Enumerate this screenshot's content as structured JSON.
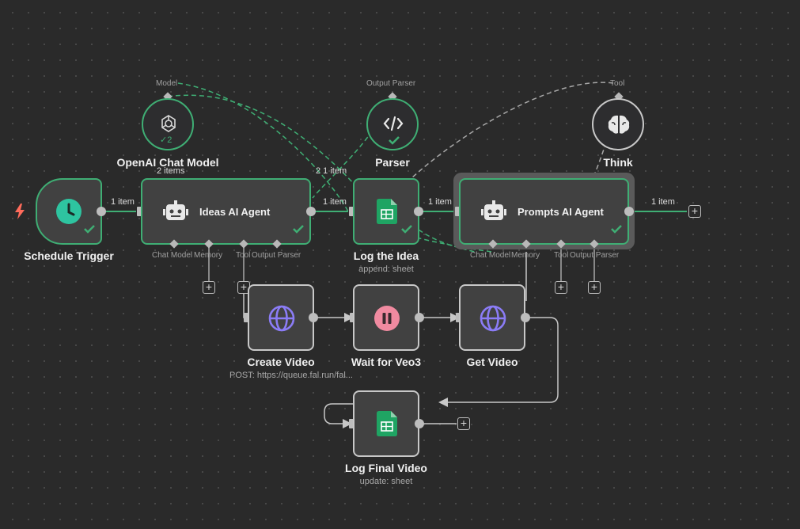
{
  "nodes": {
    "schedule": {
      "title": "Schedule Trigger"
    },
    "openai": {
      "title": "OpenAI Chat Model",
      "badge": "2",
      "port_label": "Model"
    },
    "ideas": {
      "title": "Ideas AI Agent",
      "ports": [
        "Chat Model",
        "Memory",
        "Tool",
        "Output Parser"
      ]
    },
    "parser": {
      "title": "Parser",
      "port_label": "Output Parser"
    },
    "log_idea": {
      "title": "Log the Idea",
      "subtitle": "append: sheet"
    },
    "think": {
      "title": "Think",
      "port_label": "Tool"
    },
    "prompts": {
      "title": "Prompts AI Agent",
      "ports": [
        "Chat Model",
        "Memory",
        "Tool",
        "Output Parser"
      ]
    },
    "create_video": {
      "title": "Create Video",
      "subtitle": "POST: https://queue.fal.run/fal..."
    },
    "wait": {
      "title": "Wait for Veo3"
    },
    "get_video": {
      "title": "Get Video"
    },
    "log_final": {
      "title": "Log Final Video",
      "subtitle": "update: sheet"
    }
  },
  "edges": {
    "schedule_ideas": "1 item",
    "openai_items": "2 items",
    "ideas_log": "1 item",
    "log_badge": "2 1 item",
    "log_prompts": "1 item",
    "prompts_out": "1 item"
  },
  "colors": {
    "canvas": "#2a2a2a",
    "node": "#414141",
    "success": "#3fae74",
    "trigger_bolt": "#ff6b5b",
    "http_purple": "#8b7cf6",
    "wait_pink": "#f08aa0",
    "sheets_green": "#1fa463"
  },
  "icons": {
    "schedule": "clock-icon",
    "openai": "openai-icon",
    "agent": "robot-icon",
    "parser": "code-icon",
    "sheets": "sheets-icon",
    "think": "brain-icon",
    "http": "globe-icon",
    "wait": "pause-icon",
    "trigger": "lightning-icon"
  }
}
